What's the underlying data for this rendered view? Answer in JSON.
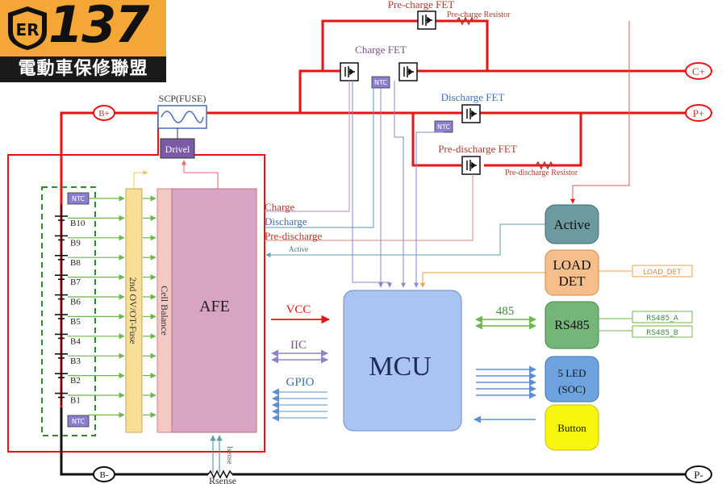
{
  "logo": {
    "number": "137",
    "subtitle": "電動車保修聯盟",
    "badge_text": "ER"
  },
  "labels": {
    "precharge_fet": "Pre-charge FET",
    "precharge_resistor": "Pre-charge Resistor",
    "charge_fet": "Charge FET",
    "discharge_fet": "Discharge FET",
    "predischarge_fet": "Pre-discharge FET",
    "predischarge_resistor": "Pre-discharge Resistor",
    "scp_fuse": "SCP(FUSE)",
    "drivel": "Drivel",
    "ntc": "NTC",
    "c_plus": "C+",
    "p_plus": "P+",
    "b_plus": "B+",
    "b_minus": "B-",
    "p_minus": "P-",
    "rsense": "Rsense",
    "isense": "Isense",
    "afe": "AFE",
    "cell_balance": "Cell Balance",
    "ov_ot_fuse": "2nd OV/OT-Fuse",
    "charge": "Charge",
    "discharge": "Discharge",
    "predischarge": "Pre-discharge",
    "active_small": "Active",
    "vcc": "VCC",
    "iic": "IIC",
    "gpio": "GPIO",
    "mcu": "MCU",
    "active": "Active",
    "load_det_line1": "LOAD",
    "load_det_line2": "DET",
    "load_det_box": "LOAD_DET",
    "rs485": "RS485",
    "bus485": "485",
    "rs485_a": "RS485_A",
    "rs485_b": "RS485_B",
    "led_line1": "5 LED",
    "led_line2": "(SOC)",
    "button": "Button"
  },
  "cells": [
    "B10",
    "B9",
    "B8",
    "B7",
    "B6",
    "B5",
    "B4",
    "B3",
    "B2",
    "B1"
  ],
  "colors": {
    "power": "#ee1111",
    "ground": "#111111",
    "cell_green": "#2d8a2d",
    "afe_fill": "#d9a3c4",
    "balance_fill": "#f3c9c6",
    "fuse_fill": "#f7df9a",
    "mcu_fill": "#a9c4f2",
    "active_fill": "#6c9aa0",
    "load_fill": "#f6be8b",
    "rs485_fill": "#75b577",
    "led_fill": "#6fa3df",
    "button_fill": "#f8f50f",
    "ntc_fill": "#8a7fd1",
    "signal_purple": "#8b87c7",
    "signal_blue": "#5b8fd6",
    "signal_red_text": "#b43a2c",
    "signal_purple_text": "#7b4f8f",
    "signal_blue_text": "#3d6fb8"
  }
}
